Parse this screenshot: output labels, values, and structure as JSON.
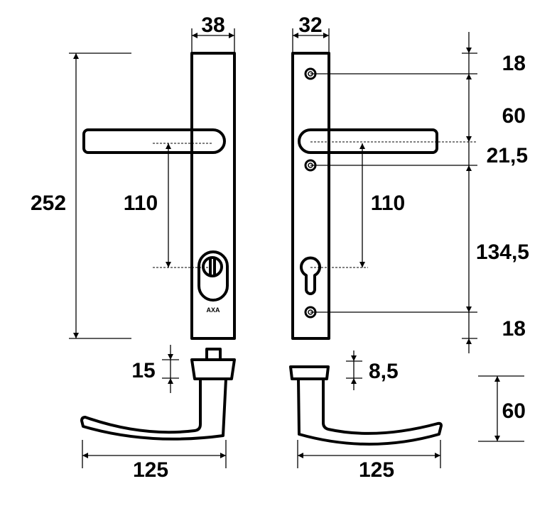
{
  "dimensions": {
    "plate_width_left": "38",
    "plate_width_right": "32",
    "plate_height": "252",
    "center_distance_left": "110",
    "center_distance_right": "110",
    "top_to_hole": "18",
    "hole_to_handle": "60",
    "handle_to_hole": "21,5",
    "hole_to_hole": "134,5",
    "bottom_hole": "18",
    "rose_height_left": "15",
    "rose_height_right": "8,5",
    "lever_length_left": "125",
    "lever_length_right": "125",
    "lever_projection": "60"
  },
  "brand_mark": "AXA"
}
